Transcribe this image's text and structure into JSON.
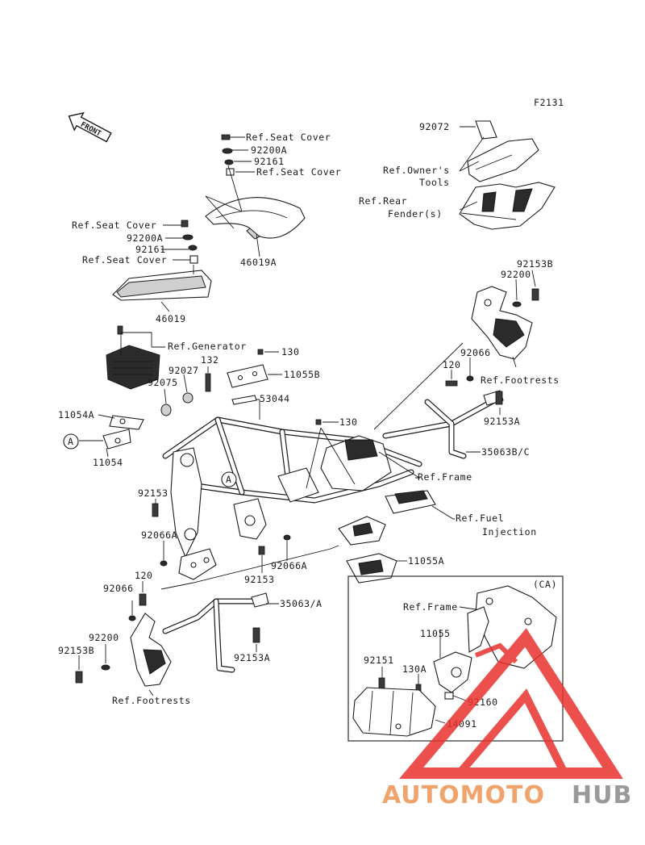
{
  "figure_id": "F2131",
  "front_label": "FRONT",
  "ca_label": "(CA)",
  "watermark": {
    "text_a": "AUTOMOTO",
    "text_b": "HUB",
    "color_a": "#f0a36b",
    "color_b": "#9a9a9a",
    "logo_color": "#e8322f"
  },
  "callouts": {
    "ref_seat_cover_1": "Ref.Seat Cover",
    "p92200a_1": "92200A",
    "p92161_1": "92161",
    "ref_seat_cover_2": "Ref.Seat Cover",
    "p46019a": "46019A",
    "p92072": "92072",
    "ref_owners_tools_1": "Ref.Owner's",
    "ref_owners_tools_2": "Tools",
    "ref_rear_fender_1": "Ref.Rear",
    "ref_rear_fender_2": "Fender(s)",
    "ref_seat_cover_3": "Ref.Seat Cover",
    "p92200a_2": "92200A",
    "p92161_2": "92161",
    "ref_seat_cover_4": "Ref.Seat Cover",
    "p46019": "46019",
    "p92153b_1": "92153B",
    "p92200_1": "92200",
    "ref_generator": "Ref.Generator",
    "p130_1": "130",
    "p132": "132",
    "p92027": "92027",
    "p11055b": "11055B",
    "p92075": "92075",
    "p53044": "53044",
    "p92066_1": "92066",
    "p120_1": "120",
    "ref_footrests_1": "Ref.Footrests",
    "p11054a": "11054A",
    "p92153a_1": "92153A",
    "p130_2": "130",
    "marker_a": "A",
    "p11054": "11054",
    "p35063bc": "35063B/C",
    "ref_frame_1": "Ref.Frame",
    "p92153_1": "92153",
    "ref_fuel_injection_1": "Ref.Fuel",
    "ref_fuel_injection_2": "Injection",
    "p92066a_1": "92066A",
    "p92066a_2": "92066A",
    "p92153_2": "92153",
    "p11055a": "11055A",
    "p120_2": "120",
    "p92066_2": "92066",
    "p35063a": "35063/A",
    "p92200_2": "92200",
    "p92153b_2": "92153B",
    "p92153a_2": "92153A",
    "ref_footrests_2": "Ref.Footrests",
    "ref_frame_2": "Ref.Frame",
    "p11055": "11055",
    "p92151": "92151",
    "p130a": "130A",
    "p92160": "92160",
    "p14091": "14091"
  }
}
